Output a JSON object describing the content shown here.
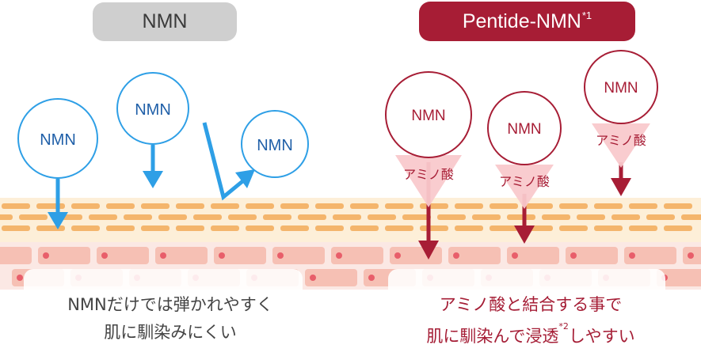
{
  "left_panel": {
    "header": "NMN",
    "molecules": [
      {
        "label": "NMN"
      },
      {
        "label": "NMN"
      },
      {
        "label": "NMN"
      }
    ],
    "caption_line1": "NMNだけでは弾かれやすく",
    "caption_line2": "肌に馴染みにくい"
  },
  "right_panel": {
    "header": "Pentide-NMN",
    "header_note": "*1",
    "molecules": [
      {
        "label": "NMN",
        "tag": "アミノ酸"
      },
      {
        "label": "NMN",
        "tag": "アミノ酸"
      },
      {
        "label": "NMN",
        "tag": "アミノ酸"
      }
    ],
    "caption_line1": "アミノ酸と結合する事で",
    "caption_line2_a": "肌に馴染んで浸透",
    "caption_note": "*2",
    "caption_line2_b": "しやすい"
  },
  "colors": {
    "left_accent": "#2e9fe6",
    "left_text": "#1f5fa8",
    "right_accent": "#a71d35",
    "tag_fill": "#f9c9cc",
    "skin_top": "#f7c792",
    "skin_cells": "#f6c0b4"
  }
}
